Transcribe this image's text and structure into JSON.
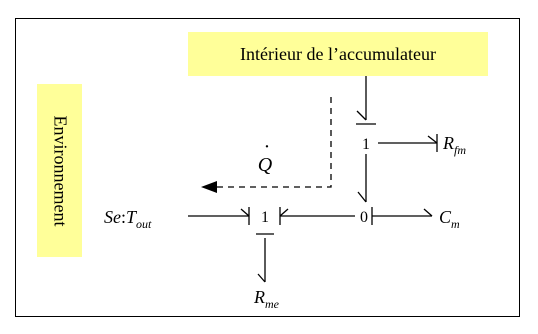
{
  "top_box": {
    "label": "Intérieur de l’accumulateur"
  },
  "side_box": {
    "label": "Environnement"
  },
  "junctions": {
    "one_upper": "1",
    "one_lower": "1",
    "zero": "0"
  },
  "elements": {
    "rfm": {
      "base": "R",
      "sub": "fm"
    },
    "cm": {
      "base": "C",
      "sub": "m"
    },
    "rme": {
      "base": "R",
      "sub": "me"
    },
    "source": {
      "prefix": "Se",
      "colon": ":",
      "base": "T",
      "sub": "out"
    }
  },
  "flow": {
    "label": "Q",
    "accent": "·"
  },
  "colors": {
    "box_fill": "#ffff99",
    "line": "#000000",
    "background": "#ffffff"
  }
}
